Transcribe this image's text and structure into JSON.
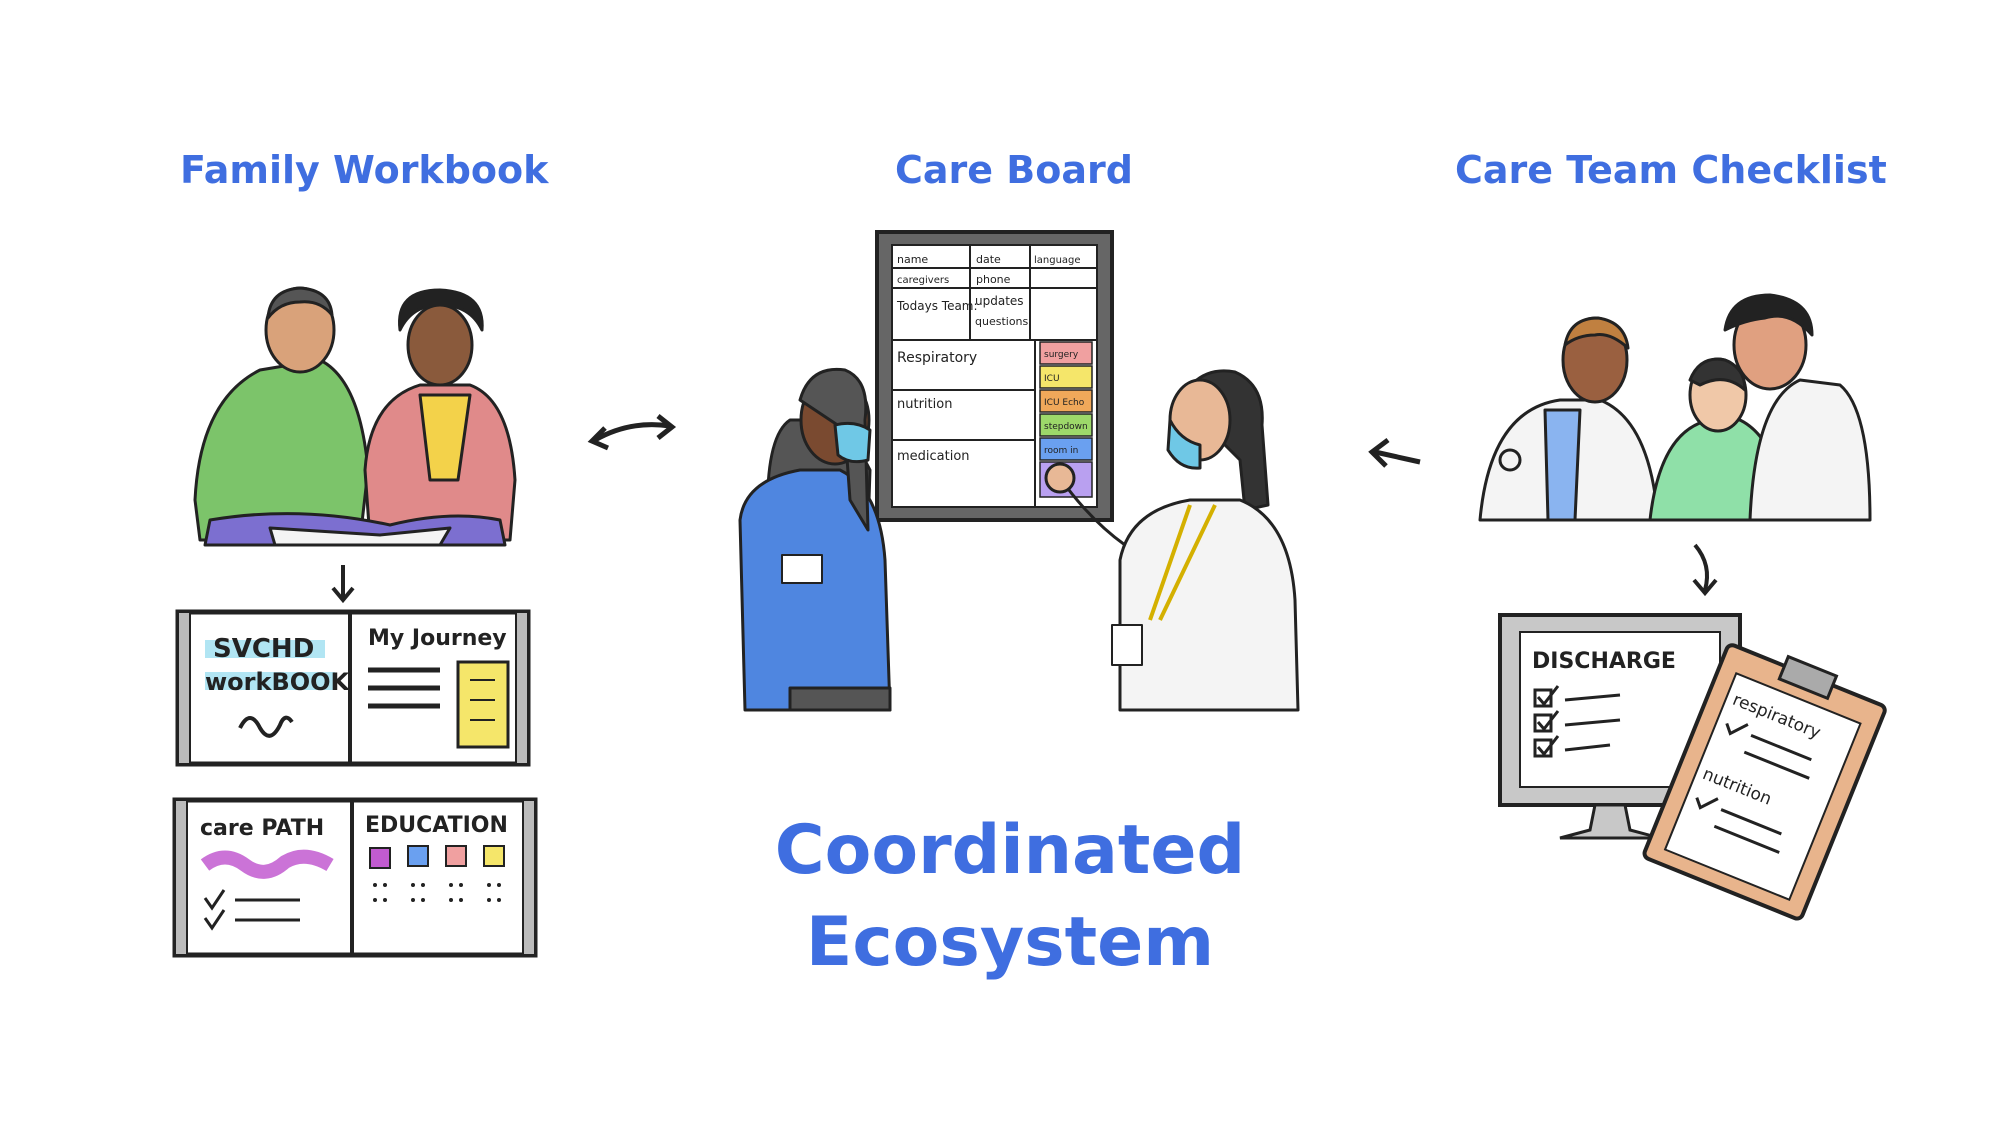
{
  "headings": {
    "family_workbook": "Family Workbook",
    "care_board": "Care Board",
    "care_team_checklist": "Care Team Checklist"
  },
  "main_title": {
    "line1": "Coordinated",
    "line2": "Ecosystem"
  },
  "workbook_pages": {
    "svchd": "SVCHD",
    "workbook": "workBOOK",
    "my_journey": "My Journey",
    "care_path": "care PATH",
    "education": "EDUCATION"
  },
  "board_labels": {
    "name": "name",
    "date": "date",
    "language": "language",
    "caregivers": "caregivers",
    "phone": "phone",
    "todays_team": "Todays Team:",
    "updates": "updates",
    "questions": "questions",
    "respiratory": "Respiratory",
    "nutrition": "nutrition",
    "medication": "medication",
    "tags": [
      "surgery",
      "ICU",
      "ICU Echo",
      "stepdown",
      "room in"
    ]
  },
  "checklist_labels": {
    "discharge": "DISCHARGE",
    "respiratory": "respiratory",
    "nutrition": "nutrition"
  },
  "colors": {
    "heading_blue": "#3f6ee0",
    "green_shirt": "#7cc46a",
    "pink_shirt": "#e08a8a",
    "blue_shirt": "#4f86e0",
    "scrubs": "#8fe0a8",
    "sticky_yellow": "#f5e66a"
  }
}
